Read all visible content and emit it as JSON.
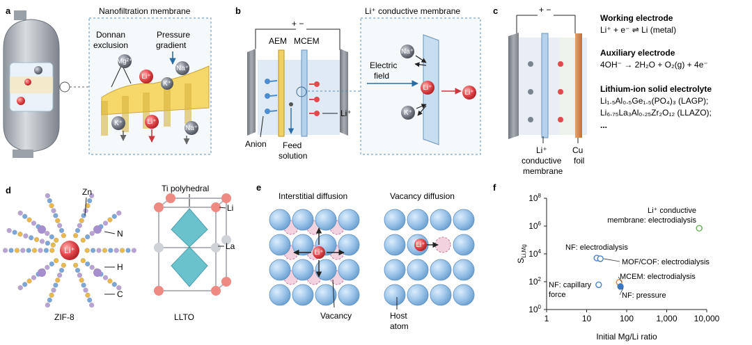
{
  "panels": {
    "a": {
      "label": "a",
      "box_title": "Nanofiltration membrane",
      "donnan_line1": "Donnan",
      "donnan_line2": "exclusion",
      "pressure_line1": "Pressure",
      "pressure_line2": "gradient",
      "ions": {
        "mg": "Mg²⁺",
        "li": "Li⁺",
        "na": "Na⁺",
        "k": "K⁺"
      }
    },
    "b": {
      "label": "b",
      "aem": "AEM",
      "mcem": "MCEM",
      "plus_minus": "+ −",
      "anion": "Anion",
      "feed_line1": "Feed",
      "feed_line2": "solution",
      "li": "Li⁺",
      "membrane_title": "Li⁺ conductive membrane",
      "electric_line1": "Electric",
      "electric_line2": "field",
      "ions": {
        "na": "Na⁺",
        "li": "Li⁺",
        "k": "K⁺"
      }
    },
    "c": {
      "label": "c",
      "plus_minus": "+ −",
      "working_title": "Working electrode",
      "working_eq": "Li⁺ + e⁻ ⇌ Li (metal)",
      "aux_title": "Auxiliary electrode",
      "aux_eq": "4OH⁻ → 2H₂O + O₂(g) + 4e⁻",
      "solid_title": "Lithium-ion solid electrolyte",
      "lagp": "Li₁.₅Al₀.₅Ge₁.₅(PO₄)₃ (LAGP);",
      "llzo": "Li₆.₇₅La₃Al₀.₂₅Zr₂O₁₂ (LLAZO);",
      "ellipsis": "...",
      "membrane_line1": "Li⁺",
      "membrane_line2": "conductive",
      "membrane_line3": "membrane",
      "cu_line1": "Cu",
      "cu_line2": "foil"
    },
    "d": {
      "label": "d",
      "zn": "Zn",
      "n": "N",
      "h": "H",
      "c": "C",
      "li_center": "Li⁺",
      "zif": "ZIF-8",
      "ti": "Ti polyhedral",
      "li": "Li",
      "la": "La",
      "llto": "LLTO"
    },
    "e": {
      "label": "e",
      "interstitial": "Interstitial diffusion",
      "vacancy_diff": "Vacancy diffusion",
      "li": "Li⁺",
      "vacancy": "Vacancy",
      "host_line1": "Host",
      "host_line2": "atom"
    },
    "f": {
      "label": "f"
    }
  },
  "chart_data": {
    "type": "scatter",
    "title": "",
    "xlabel": "Initial Mg/Li ratio",
    "ylabel": "S_Li,Mg",
    "ylabel_main": "S",
    "ylabel_sub": "Li,Mg",
    "xscale": "log",
    "yscale": "log",
    "xlim": [
      1,
      10000
    ],
    "ylim": [
      1,
      100000000
    ],
    "xticks": [
      {
        "v": 1,
        "label": "1"
      },
      {
        "v": 10,
        "label": "10"
      },
      {
        "v": 100,
        "label": "100"
      },
      {
        "v": 1000,
        "label": "1,000"
      },
      {
        "v": 10000,
        "label": "10,000"
      }
    ],
    "yticks": [
      {
        "v": 1,
        "base": "10",
        "exp": "0"
      },
      {
        "v": 100,
        "base": "10",
        "exp": "2"
      },
      {
        "v": 10000,
        "base": "10",
        "exp": "4"
      },
      {
        "v": 1000000,
        "base": "10",
        "exp": "6"
      },
      {
        "v": 100000000,
        "base": "10",
        "exp": "8"
      }
    ],
    "grid": false,
    "legend": "none",
    "points": [
      {
        "x": 6500,
        "y": 700000,
        "color": "#5aaa4a",
        "filled": false,
        "label": "Li⁺ conductive membrane: electrodialysis",
        "line1": "Li⁺ conductive",
        "line2": "membrane: electrodialysis"
      },
      {
        "x": 18,
        "y": 5000,
        "color": "#3b78c4",
        "filled": false,
        "label": "NF: electrodialysis"
      },
      {
        "x": 22,
        "y": 4500,
        "color": "#3b78c4",
        "filled": false,
        "label": "MOF/COF: electrodialysis"
      },
      {
        "x": 65,
        "y": 90,
        "color": "#e0822e",
        "filled": false,
        "label": "MCEM: electrodialysis"
      },
      {
        "x": 70,
        "y": 45,
        "color": "#3b78c4",
        "filled": true,
        "label": "NF: pressure"
      },
      {
        "x": 20,
        "y": 60,
        "color": "#3b78c4",
        "filled": false,
        "label": "NF: capillary force",
        "line1": "NF: capillary",
        "line2": "force"
      }
    ]
  }
}
